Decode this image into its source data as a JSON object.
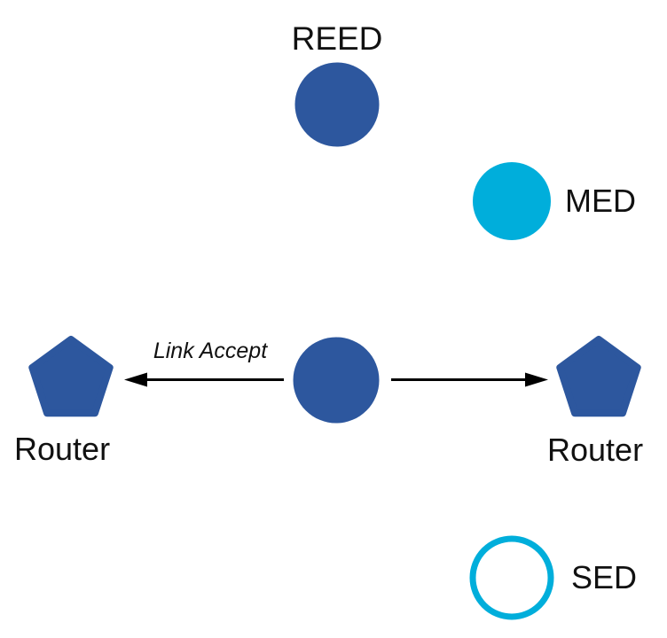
{
  "colors": {
    "node_blue": "#2d579e",
    "node_cyan": "#00aedb",
    "arrow": "#000000",
    "background": "#ffffff"
  },
  "nodes": {
    "reed": {
      "label": "REED",
      "shape": "circle",
      "style": "solid-blue"
    },
    "med": {
      "label": "MED",
      "shape": "circle",
      "style": "solid-cyan"
    },
    "center_router": {
      "label": "",
      "shape": "circle",
      "style": "solid-blue"
    },
    "router_left": {
      "label": "Router",
      "shape": "pentagon",
      "style": "solid-blue"
    },
    "router_right": {
      "label": "Router",
      "shape": "pentagon",
      "style": "solid-blue"
    },
    "sed": {
      "label": "SED",
      "shape": "circle",
      "style": "outline-cyan"
    }
  },
  "edges": [
    {
      "label": "Link Accept",
      "from": "center_router",
      "to": "router_left",
      "direction": "left"
    },
    {
      "label": "",
      "from": "center_router",
      "to": "router_right",
      "direction": "right"
    }
  ]
}
